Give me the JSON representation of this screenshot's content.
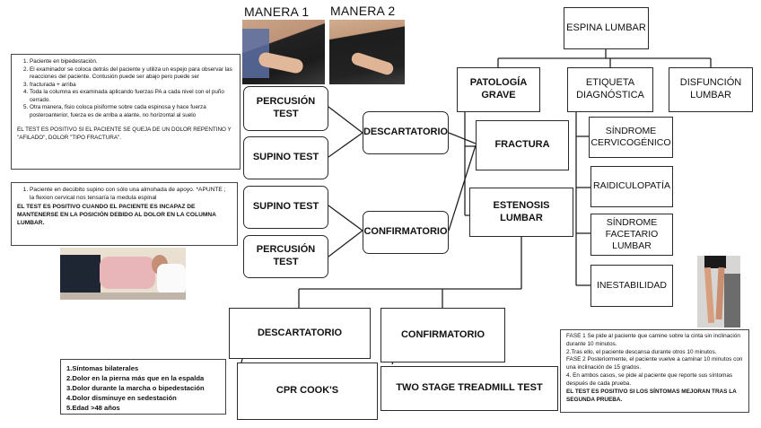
{
  "photos": {
    "manera1_label": "MANERA 1",
    "manera2_label": "MANERA 2"
  },
  "percussion_note": {
    "items": [
      "Paciente en bipedestación.",
      "El examinador se coloca detrás del paciente y utiliza un espejo para observar las reacciones del paciente. Contusión puede ser abajo pero puede ser",
      "fracturada + arriba",
      "Toda la columna es examinada aplicando fuerzas PA a cada nivel con el puño cerrado.",
      "Otra manera, fisio coloca pisiforme sobre cada espinosa y hace fuerza posteroanterior, fuerza es de arriba a alante, no horizontal al suelo"
    ],
    "verdict": "EL TEST ES POSITIVO SI EL PACIENTE SE QUEJA DE UN DOLOR REPENTINO Y \"AFILADO\", DOLOR \"TIPO FRACTURA\"."
  },
  "supine_note": {
    "items": [
      "Paciente en decúbito supino con sólo una almohada de apoyo. *APUNTE ; la flexion cervical nos tensaría la medula espinal"
    ],
    "verdict": "EL TEST ES POSITIVO CUANDO EL PACIENTE ES INCAPAZ DE MANTENERSE EN LA POSICIÓN DEBIDO AL DOLOR EN LA COLUMNA LUMBAR."
  },
  "tests": {
    "percusion_1": "PERCUSIÓN TEST",
    "supino_1": "SUPINO TEST",
    "supino_2": "SUPINO TEST",
    "percusion_2": "PERCUSIÓN TEST",
    "descartatorio": "DESCARTATORIO",
    "confirmatorio": "CONFIRMATORIO"
  },
  "tree": {
    "root": "ESPINA LUMBAR",
    "patologia": "PATOLOGÍA GRAVE",
    "etiqueta": "ETIQUETA DIAGNÓSTICA",
    "disfuncion": "DISFUNCIÓN LUMBAR",
    "fractura": "FRACTURA",
    "estenosis": "ESTENOSIS LUMBAR",
    "diagnoses": [
      "SÍNDROME CERVICOGÉNICO",
      "RAIDICULOPATÍA",
      "SÍNDROME FACETARIO LUMBAR",
      "INESTABILIDAD"
    ]
  },
  "stenosis": {
    "descartatorio": "DESCARTATORIO",
    "confirmatorio": "CONFIRMATORIO",
    "cpr": "CPR COOK'S",
    "treadmill": "TWO STAGE TREADMILL TEST",
    "criteria": [
      "1.Síntomas bilaterales",
      "2.Dolor en la pierna más que en la espalda",
      "3.Dolor durante la marcha o bipedestación",
      "4.Dolor disminuye en sedestación",
      "5.Edad >48 años"
    ],
    "treadmill_note": {
      "lines": [
        "FASE 1 Se pide al paciente que camine sobre la cinta sin inclinación durante 10 minutos.",
        "2.Tras ello, el paciente descansa durante otros 10 minutos.",
        "FASE 2 Posteriormente, el paciente vuelve a caminar 10 minutos con una inclinación de 15 grados.",
        "4. En ambos casos, se pide al paciente que reporte sus síntomas después de cada prueba."
      ],
      "verdict": "EL TEST ES POSITIVO SI LOS SÍNTOMAS MEJORAN TRAS LA SEGUNDA PRUEBA."
    }
  }
}
